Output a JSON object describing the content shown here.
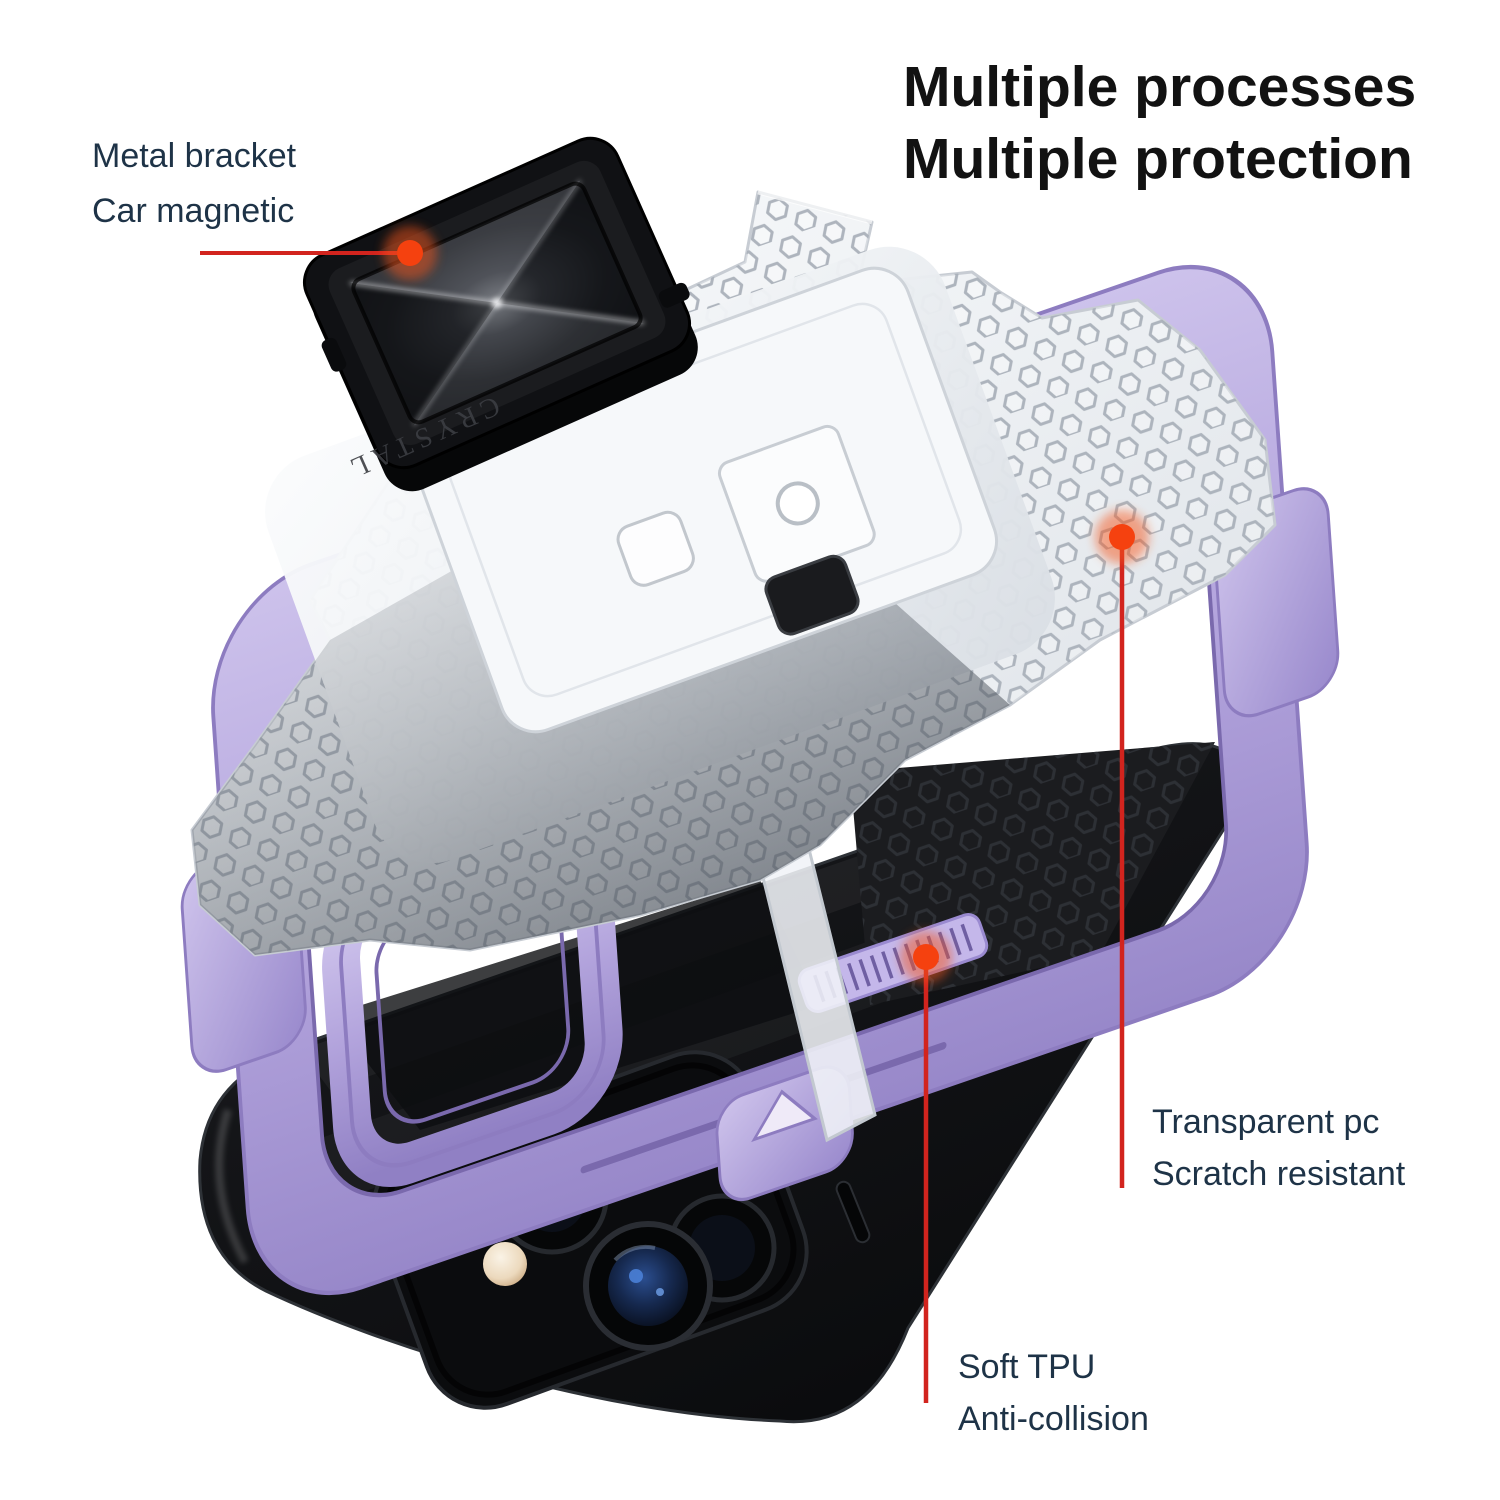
{
  "title": {
    "line1": "Multiple processes",
    "line2": "Multiple protection"
  },
  "callouts": {
    "metal_bracket": {
      "line1": "Metal bracket",
      "line2": "Car magnetic"
    },
    "transparent_pc": {
      "line1": "Transparent pc",
      "line2": "Scratch resistant"
    },
    "soft_tpu": {
      "line1": "Soft TPU",
      "line2": "Anti-collision"
    }
  },
  "engravings": {
    "bracket": "CRYSTAL"
  },
  "colors": {
    "accent_red": "#d2241e",
    "dot_core": "#f5410f",
    "label_navy": "#1e3347",
    "title_black": "#121212",
    "purple": "#b2a3dc",
    "purple_dark": "#8d7cc0",
    "case_tint": "#eef1f5",
    "phone_black": "#16171a"
  }
}
